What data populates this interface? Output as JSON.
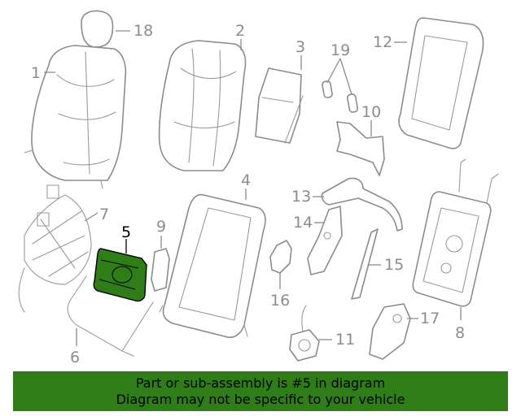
{
  "diagram": {
    "callouts": [
      "1",
      "2",
      "3",
      "4",
      "5",
      "6",
      "7",
      "8",
      "9",
      "10",
      "11",
      "12",
      "13",
      "14",
      "15",
      "16",
      "17",
      "18",
      "19"
    ],
    "highlighted_callout": "5",
    "colors": {
      "highlight_fill": "#2e7d17",
      "line": "#8c8c8c",
      "banner": "#2e7d17"
    }
  },
  "banner": {
    "line1": "Part or sub-assembly is #5 in diagram",
    "line2": "Diagram may not be specific to your vehicle"
  }
}
